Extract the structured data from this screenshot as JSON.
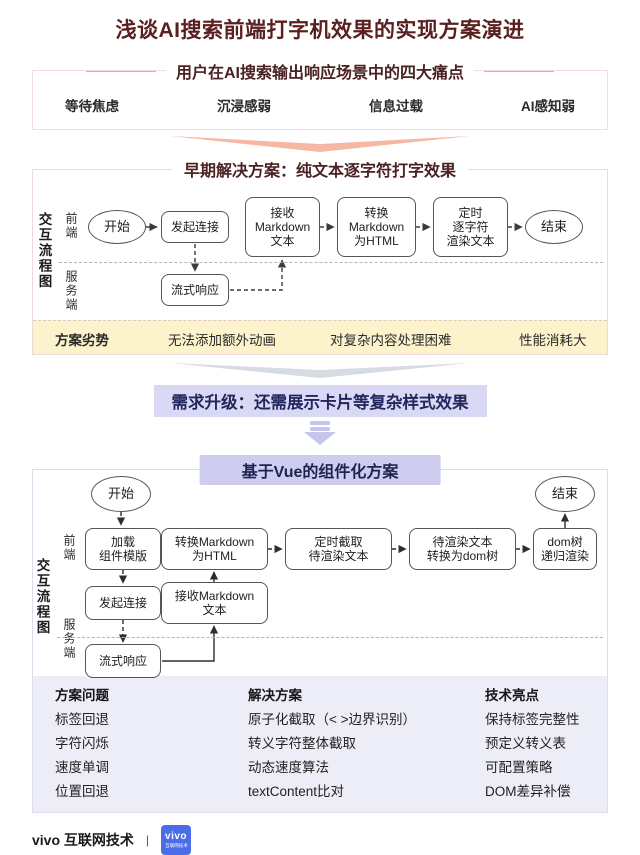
{
  "title": "浅谈AI搜索前端打字机效果的实现方案演进",
  "pain_points": {
    "heading": "用户在AI搜索输出响应场景中的四大痛点",
    "items": [
      "等待焦虑",
      "沉浸感弱",
      "信息过载",
      "AI感知弱"
    ]
  },
  "early_solution": {
    "heading": "早期解决方案：纯文本逐字符打字效果",
    "lane_label": "交互流程图",
    "lanes": {
      "frontend": "前端",
      "server": "服务端"
    },
    "nodes": {
      "start": "开始",
      "connect": "发起连接",
      "receive": "接收\nMarkdown\n文本",
      "convert": "转换\nMarkdown\n为HTML",
      "render": "定时\n逐字符\n渲染文本",
      "end": "结束",
      "stream": "流式响应"
    },
    "drawbacks": {
      "label": "方案劣势",
      "items": [
        "无法添加额外动画",
        "对复杂内容处理困难",
        "性能消耗大"
      ]
    }
  },
  "upgrade_banner": "需求升级：还需展示卡片等复杂样式效果",
  "vue_solution": {
    "heading": "基于Vue的组件化方案",
    "lane_label": "交互流程图",
    "lanes": {
      "frontend": "前端",
      "server": "服务端"
    },
    "nodes": {
      "start": "开始",
      "load": "加载\n组件模版",
      "convert": "转换Markdown\n为HTML",
      "clip": "定时截取\n待渲染文本",
      "tree": "待渲染文本\n转换为dom树",
      "dom_render": "dom树\n递归渲染",
      "end": "结束",
      "connect": "发起连接",
      "receive": "接收Markdown\n文本",
      "stream": "流式响应"
    }
  },
  "summary": {
    "columns": [
      {
        "header": "方案问题",
        "items": [
          "标签回退",
          "字符闪烁",
          "速度单调",
          "位置回退"
        ]
      },
      {
        "header": "解决方案",
        "items": [
          "原子化截取（< >边界识别）",
          "转义字符整体截取",
          "动态速度算法",
          "textContent比对"
        ]
      },
      {
        "header": "技术亮点",
        "items": [
          "保持标签完整性",
          "预定义转义表",
          "可配置策略",
          "DOM差异补偿"
        ]
      }
    ]
  },
  "footer": {
    "brand": "vivo 互联网技术",
    "divider": "|",
    "logo_text": "vivo",
    "logo_sub": "互联网技术"
  },
  "colors": {
    "title_text": "#5a1f1f",
    "accent_pink_line": "#e2a9a9",
    "drawback_banner_bg": "#fcf3cc",
    "lavender_banner_bg": "#d9d9f5",
    "vue_heading_bg": "#cecdf0",
    "summary_bg": "#ecedf7",
    "salmon_chevron": "#f6b7a3",
    "silver_chevron": "#d7dbe2",
    "lavender_arrow": "#c6c6ec",
    "vivo_logo_blue": "#4b6ee8"
  }
}
